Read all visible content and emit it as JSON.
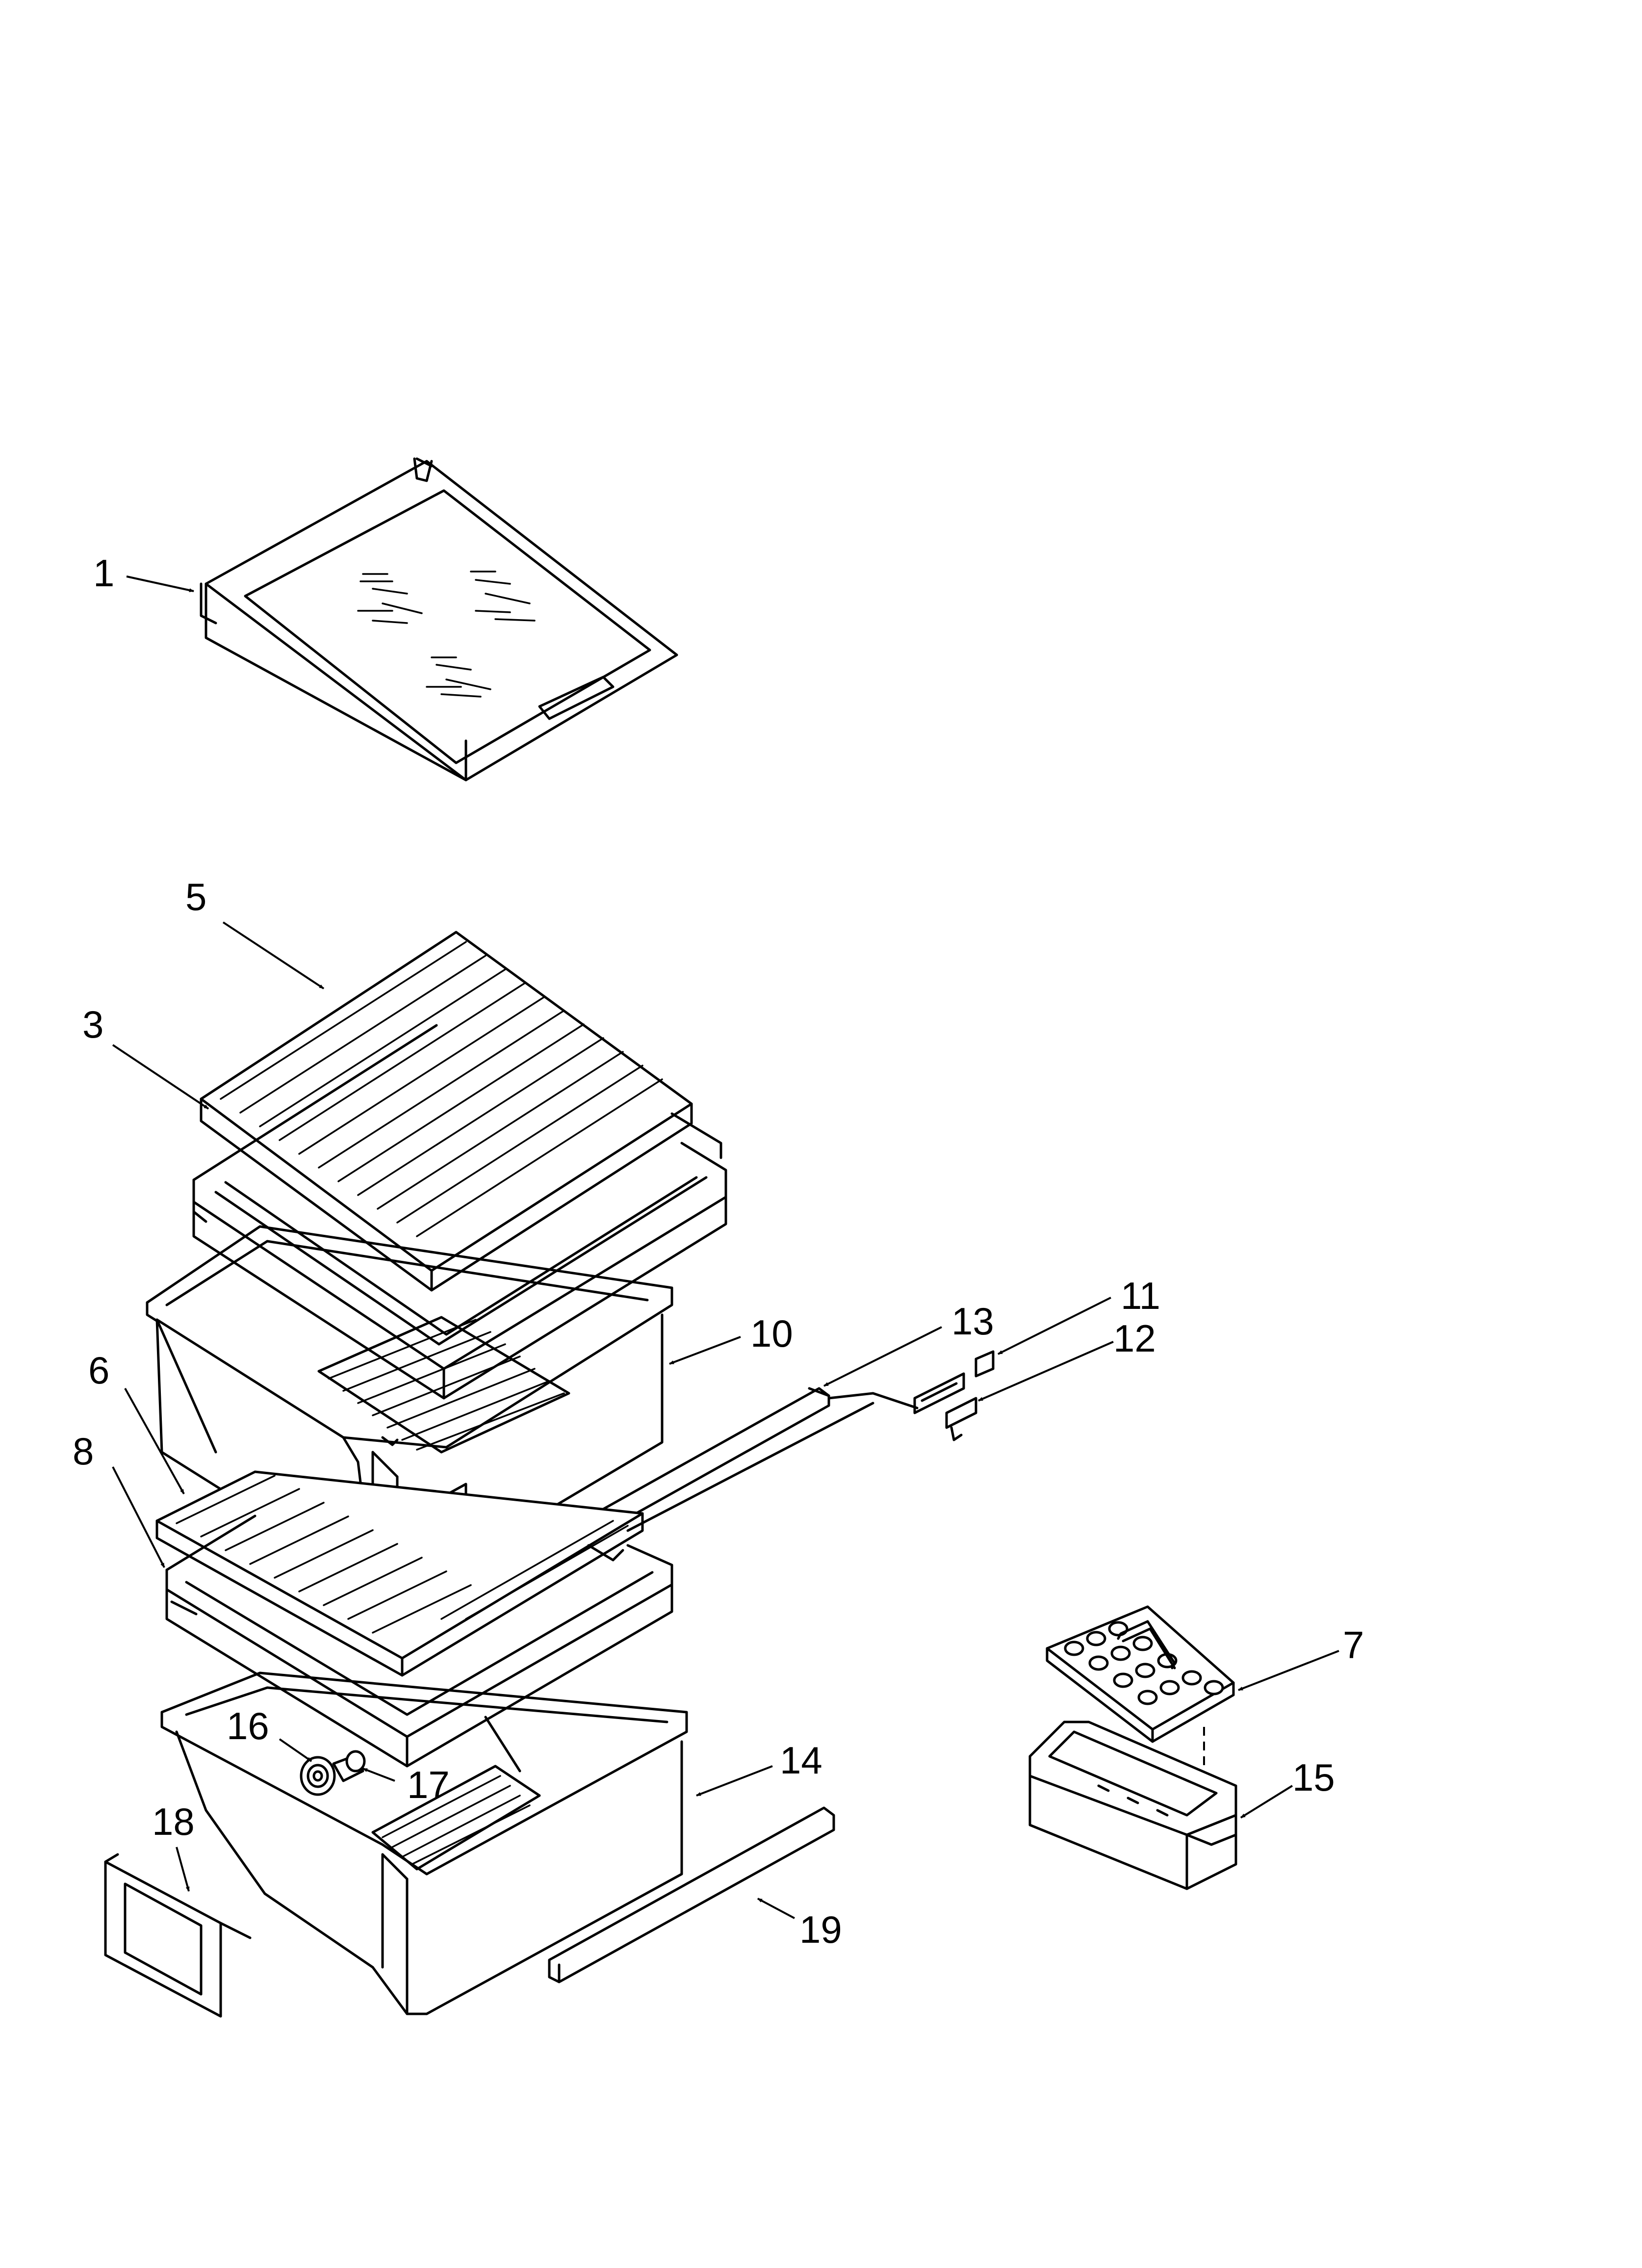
{
  "diagram": {
    "labels": {
      "part_1": "1",
      "part_3": "3",
      "part_5": "5",
      "part_6": "6",
      "part_7": "7",
      "part_8": "8",
      "part_10": "10",
      "part_11": "11",
      "part_12": "12",
      "part_13": "13",
      "part_14": "14",
      "part_15": "15",
      "part_16": "16",
      "part_17": "17",
      "part_18": "18",
      "part_19": "19"
    }
  }
}
